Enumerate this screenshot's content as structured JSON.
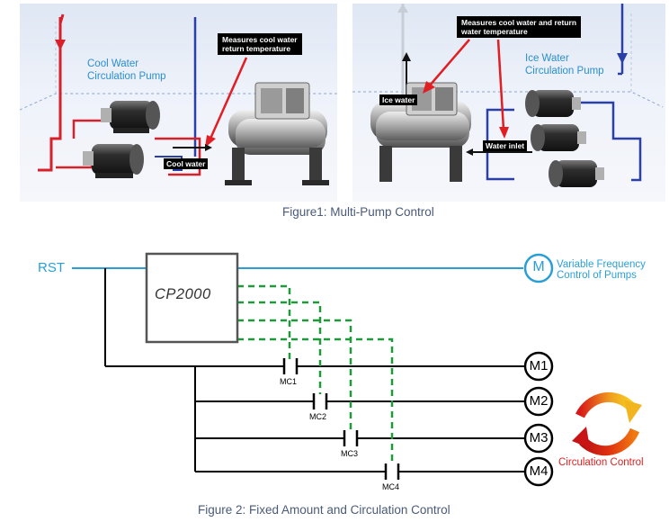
{
  "figure1": {
    "caption": "Figure1: Multi-Pump Control",
    "left_panel": {
      "pump_label_line1": "Cool Water",
      "pump_label_line2": "Circulation Pump",
      "note_line1": "Measures cool water",
      "note_line2": "return temperature",
      "tag": "Cool water"
    },
    "right_panel": {
      "note_line1": "Measures cool water and return",
      "note_line2": "water temperature",
      "pump_label_line1": "Ice Water",
      "pump_label_line2": "Circulation Pump",
      "tag_ice": "Ice water",
      "tag_inlet": "Water inlet"
    }
  },
  "figure2": {
    "caption": "Figure 2: Fixed Amount and Circulation Control",
    "rst_label": "RST",
    "controller_label": "CP2000",
    "vfd_motor": "M",
    "vfd_label_line1": "Variable Frequency",
    "vfd_label_line2": "Control of Pumps",
    "motors": [
      "M1",
      "M2",
      "M3",
      "M4"
    ],
    "contactors": [
      "MC1",
      "MC2",
      "MC3",
      "MC4"
    ],
    "circulation_label": "Circulation Control"
  },
  "colors": {
    "line_blue": "#2a9fd6",
    "dashed_green": "#1f9a3a",
    "caption": "#4a5a78",
    "label_red": "#e02020",
    "pipe_red": "#d8202a",
    "pipe_blue": "#2a40a8"
  }
}
